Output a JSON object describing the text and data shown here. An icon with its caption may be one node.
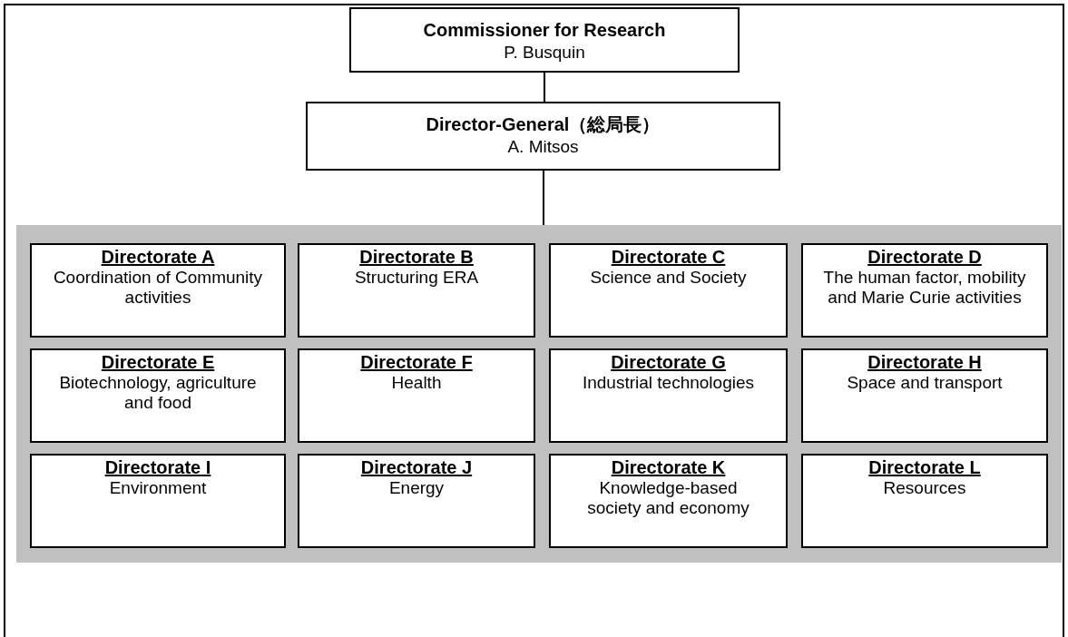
{
  "diagram": {
    "nodes": [
      {
        "text": [
          "Commissioner for Research",
          "P. Busquin"
        ]
      },
      {
        "text": [
          "Director-General（総局長）",
          "A. Mitsos"
        ]
      },
      {
        "text": [],
        "shape": "box"
      },
      {
        "text": [
          "Directorate A",
          "Coordination of Community activities"
        ],
        "in": 2
      },
      {
        "text": [
          "Directorate B",
          "Structuring ERA"
        ],
        "in": 2
      },
      {
        "text": [
          "Directorate C",
          "Science and Society"
        ],
        "in": 2
      },
      {
        "text": [
          "Directorate D",
          "The human factor, mobility and Marie Curie activities"
        ],
        "in": 2
      },
      {
        "text": [
          "Directorate E",
          "Biotechnology, agriculture and food"
        ],
        "in": 2
      },
      {
        "text": [
          "Directorate F",
          "Health"
        ],
        "in": 2
      },
      {
        "text": [
          "Directorate G",
          "Industrial technologies"
        ],
        "in": 2
      },
      {
        "text": [
          "Directorate H",
          "Space and transport"
        ],
        "in": 2
      },
      {
        "text": [
          "Directorate I",
          "Environment"
        ],
        "in": 2
      },
      {
        "text": [
          "Directorate J",
          "Energy"
        ],
        "in": 2
      },
      {
        "text": [
          "Directorate K",
          "Knowledge-based society and economy"
        ],
        "in": 2
      },
      {
        "text": [
          "Directorate L",
          "Resources"
        ],
        "in": 2
      }
    ],
    "edges": [
      {
        "from": 0,
        "to": 1,
        "arrow": "none"
      },
      {
        "from": 1,
        "to": 2,
        "arrow": "none"
      }
    ]
  }
}
